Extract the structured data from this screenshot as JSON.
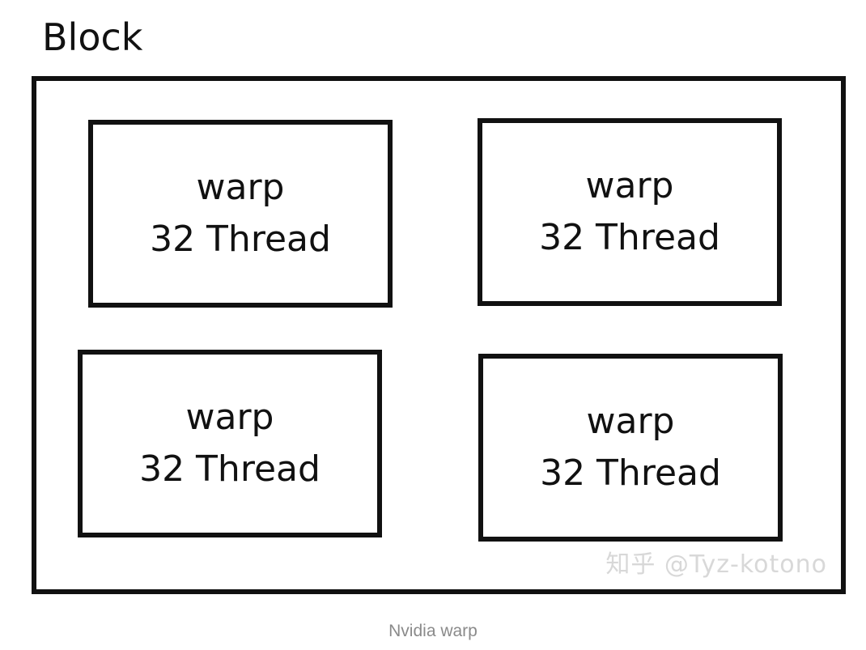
{
  "diagram": {
    "block_label": "Block",
    "warps": [
      {
        "title": "warp",
        "threads": "32 Thread"
      },
      {
        "title": "warp",
        "threads": "32 Thread"
      },
      {
        "title": "warp",
        "threads": "32 Thread"
      },
      {
        "title": "warp",
        "threads": "32 Thread"
      }
    ],
    "watermark": "知乎 @Tyz-kotono"
  },
  "caption": "Nvidia warp"
}
